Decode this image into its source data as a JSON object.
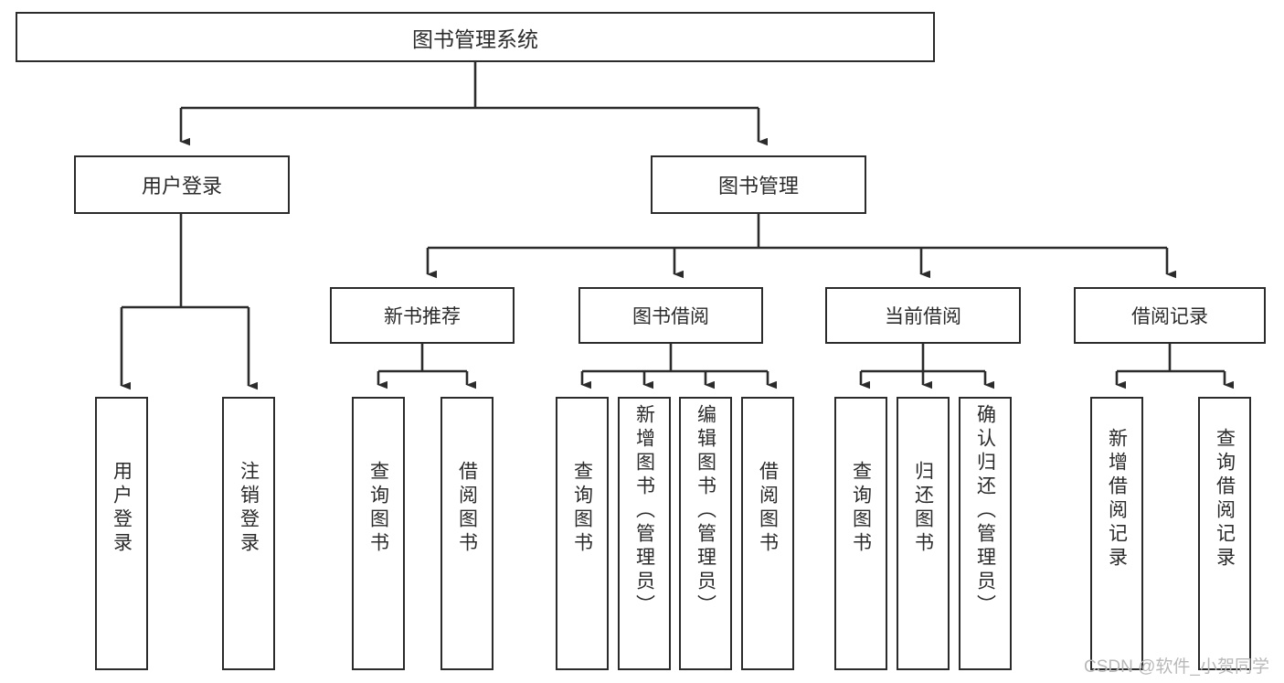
{
  "diagram": {
    "title": "图书管理系统",
    "type": "tree-hierarchy",
    "root": {
      "label": "图书管理系统"
    },
    "level1": [
      {
        "label": "用户登录"
      },
      {
        "label": "图书管理"
      }
    ],
    "level2": [
      {
        "label": "新书推荐"
      },
      {
        "label": "图书借阅"
      },
      {
        "label": "当前借阅"
      },
      {
        "label": "借阅记录"
      }
    ],
    "leaves": {
      "user_login": [
        {
          "label": "用户登录"
        },
        {
          "label": "注销登录"
        }
      ],
      "new_book_recommend": [
        {
          "label": "查询图书"
        },
        {
          "label": "借阅图书"
        }
      ],
      "book_borrow": [
        {
          "label": "查询图书"
        },
        {
          "label": "新增图书（管理员）"
        },
        {
          "label": "编辑图书（管理员）"
        },
        {
          "label": "借阅图书"
        }
      ],
      "current_borrow": [
        {
          "label": "查询图书"
        },
        {
          "label": "归还图书"
        },
        {
          "label": "确认归还（管理员）"
        }
      ],
      "borrow_record": [
        {
          "label": "新增借阅记录"
        },
        {
          "label": "查询借阅记录"
        }
      ]
    }
  },
  "watermark": {
    "text": "CSDN @软件_小贺同学"
  },
  "colors": {
    "stroke": "#2b2b2b",
    "background": "#ffffff",
    "text": "#2b2b2b",
    "watermark": "#b9b9b9"
  }
}
